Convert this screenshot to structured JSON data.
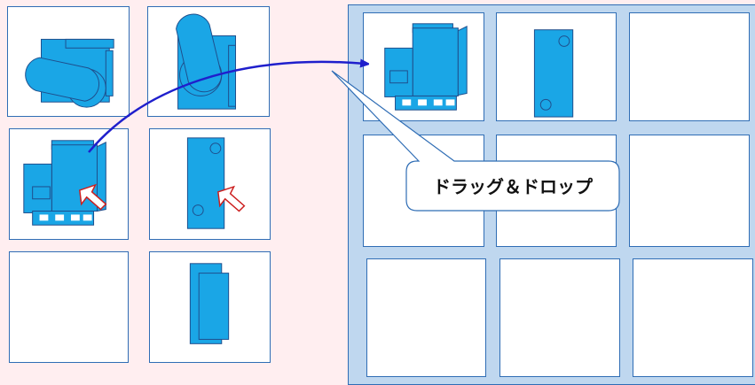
{
  "callout": {
    "text": "ドラッグ＆ドロップ"
  },
  "palette": {
    "items": [
      {
        "name": "servo-horn-rotated"
      },
      {
        "name": "servo-horn-up"
      },
      {
        "name": "servo-motor-side"
      },
      {
        "name": "mount-plate"
      },
      {
        "name": "empty"
      },
      {
        "name": "bracket-plate"
      }
    ]
  },
  "board": {
    "cells": [
      {
        "content": "servo-motor-side"
      },
      {
        "content": "mount-plate"
      },
      {
        "content": "empty"
      },
      {
        "content": "empty"
      },
      {
        "content": "empty"
      },
      {
        "content": "empty"
      },
      {
        "content": "empty"
      },
      {
        "content": "empty"
      },
      {
        "content": "empty"
      }
    ]
  },
  "colors": {
    "part_fill": "#1aa6e6",
    "part_stroke": "#1f4e8c",
    "board_bg": "#bfd7ef",
    "palette_bg": "#ffeef0",
    "arrow": "#1f1fcc",
    "cursor": "#cc1f1f"
  }
}
